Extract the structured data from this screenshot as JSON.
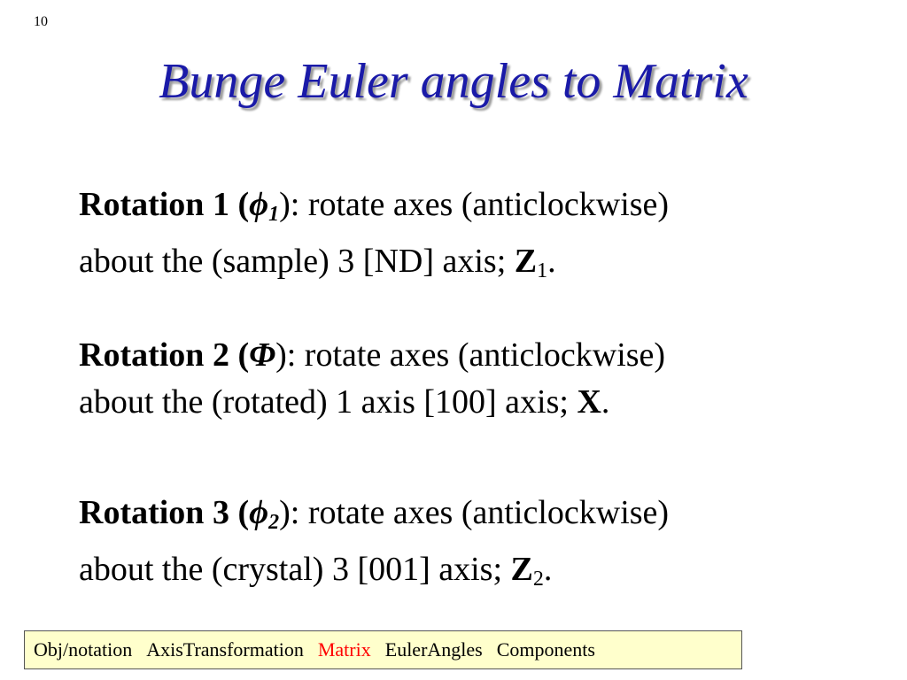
{
  "slide_number": "10",
  "title": "Bunge Euler angles to Matrix",
  "rotations": [
    {
      "label": "Rotation 1 (",
      "symbol": "ϕ",
      "symbol_sub": "1",
      "close": ")",
      "text_line1": ":  rotate axes (anticlockwise)",
      "text_line2": "about the (sample) 3 [ND] axis; ",
      "matrix": "Z",
      "matrix_sub": "1",
      "end": "."
    },
    {
      "label": "Rotation 2 (",
      "symbol": "Φ",
      "symbol_sub": "",
      "close": ")",
      "text_line1": ":  rotate axes (anticlockwise)",
      "text_line2": "about the (rotated) 1 axis [100] axis; ",
      "matrix": "X",
      "matrix_sub": "",
      "end": "."
    },
    {
      "label": "Rotation 3 (",
      "symbol": "ϕ",
      "symbol_sub": "2",
      "close": ")",
      "text_line1": ":  rotate axes (anticlockwise)",
      "text_line2": "about the (crystal) 3 [001] axis; ",
      "matrix": "Z",
      "matrix_sub": "2",
      "end": "."
    }
  ],
  "nav": {
    "items": [
      "Obj/notation",
      "AxisTransformation",
      "Matrix",
      "EulerAngles",
      "Components"
    ],
    "active": "Matrix",
    "active_color": "#ff0000",
    "background": "#ffffcc"
  }
}
